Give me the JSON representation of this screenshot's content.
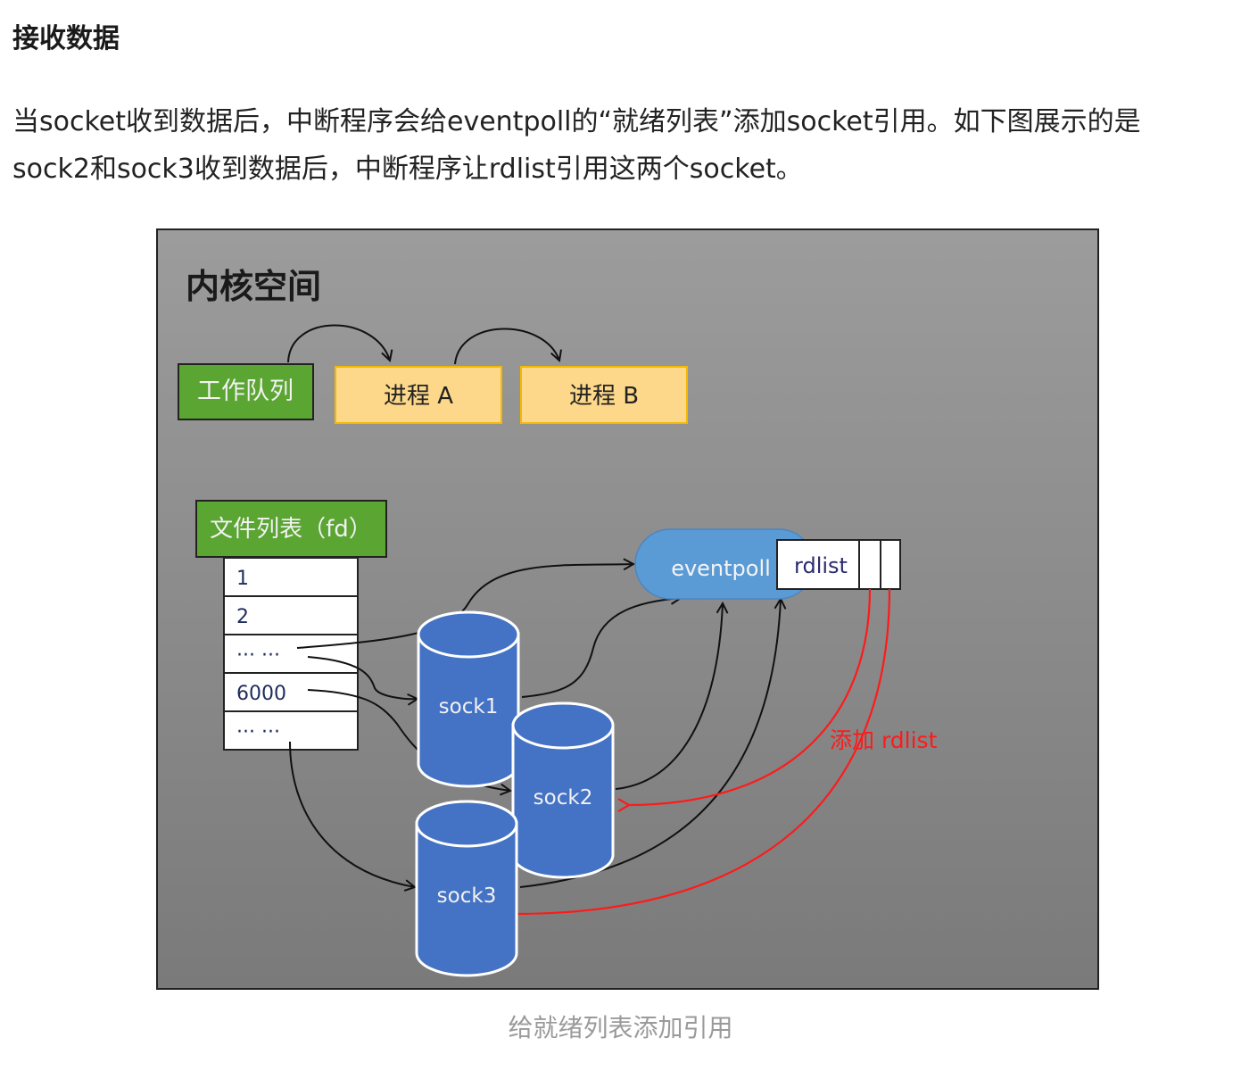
{
  "article": {
    "heading": "接收数据",
    "paragraph_line1": "当socket收到数据后，中断程序会给eventpoll的“就绪列表”添加socket引用。如下图展示的是",
    "paragraph_line2": "sock2和sock3收到数据后，中断程序让rdlist引用这两个socket。",
    "caption": "给就绪列表添加引用"
  },
  "diagram": {
    "title": "内核空间",
    "work_queue": "工作队列",
    "process_a": "进程 A",
    "process_b": "进程 B",
    "fd_list_header": "文件列表（fd）",
    "fd_rows": [
      "1",
      "2",
      "··· ···",
      "6000",
      "··· ···"
    ],
    "eventpoll": "eventpoll",
    "rdlist": "rdlist",
    "sockets": [
      "sock1",
      "sock2",
      "sock3"
    ],
    "red_label": "添加 rdlist",
    "colors": {
      "background_top": "#9a9a9a",
      "background_bottom": "#7a7a7a",
      "green_box": "#5ba533",
      "yellow_box": "#fdd88a",
      "yellow_border": "#f5b800",
      "eventpoll_blue": "#5b9bd5",
      "socket_blue": "#4472c4",
      "red_arrow": "#ff1a1a"
    }
  }
}
